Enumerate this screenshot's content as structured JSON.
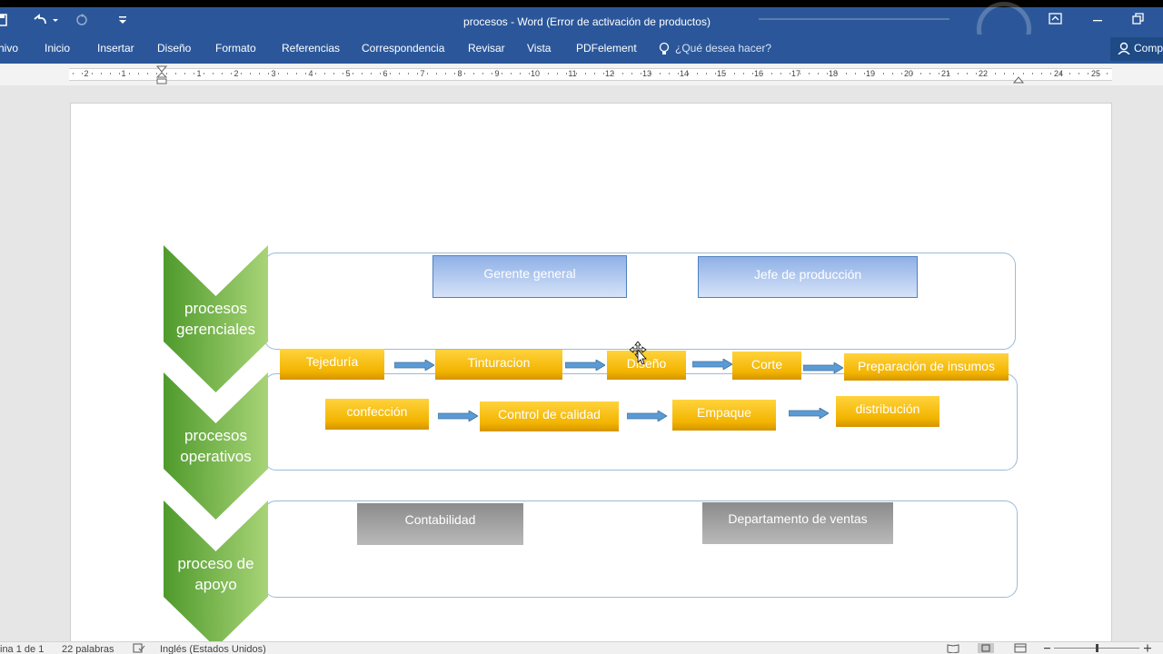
{
  "window": {
    "title": "procesos - Word (Error de activación de productos)"
  },
  "ribbon": {
    "tabs": [
      "hivo",
      "Inicio",
      "Insertar",
      "Diseño",
      "Formato",
      "Referencias",
      "Correspondencia",
      "Revisar",
      "Vista",
      "PDFelement"
    ],
    "search_placeholder": "¿Qué desea hacer?",
    "share_label": "Comp"
  },
  "ruler": {
    "numbers": [
      "2",
      "1",
      "1",
      "2",
      "3",
      "4",
      "5",
      "6",
      "7",
      "8",
      "9",
      "10",
      "11",
      "12",
      "13",
      "14",
      "15",
      "16",
      "17",
      "18",
      "19",
      "20",
      "21",
      "22",
      "24",
      "25"
    ]
  },
  "diagram": {
    "chevron_color_top": "#4f9a2c",
    "chevron_color_bottom": "#a8d477",
    "lanes": [
      {
        "label": "procesos gerenciales"
      },
      {
        "label": "procesos operativos"
      },
      {
        "label": "proceso de apoyo"
      }
    ],
    "gerenciales_boxes": [
      "Gerente general",
      "Jefe de producción"
    ],
    "operativos_row1": [
      "Tejeduría",
      "Tinturacion",
      "Diseño",
      "Corte",
      "Preparación de insumos"
    ],
    "operativos_row2": [
      "confección",
      "Control de calidad",
      "Empaque",
      "distribución"
    ],
    "apoyo_boxes": [
      "Contabilidad",
      "Departamento de ventas"
    ]
  },
  "statusbar": {
    "page": "ina 1 de 1",
    "words": "22 palabras",
    "language": "Inglés (Estados Unidos)"
  },
  "colors": {
    "ribbon": "#2b579a",
    "gold": "#f3b400",
    "lane_border": "#9cbcd8",
    "arrow": "#5b9bd5"
  }
}
